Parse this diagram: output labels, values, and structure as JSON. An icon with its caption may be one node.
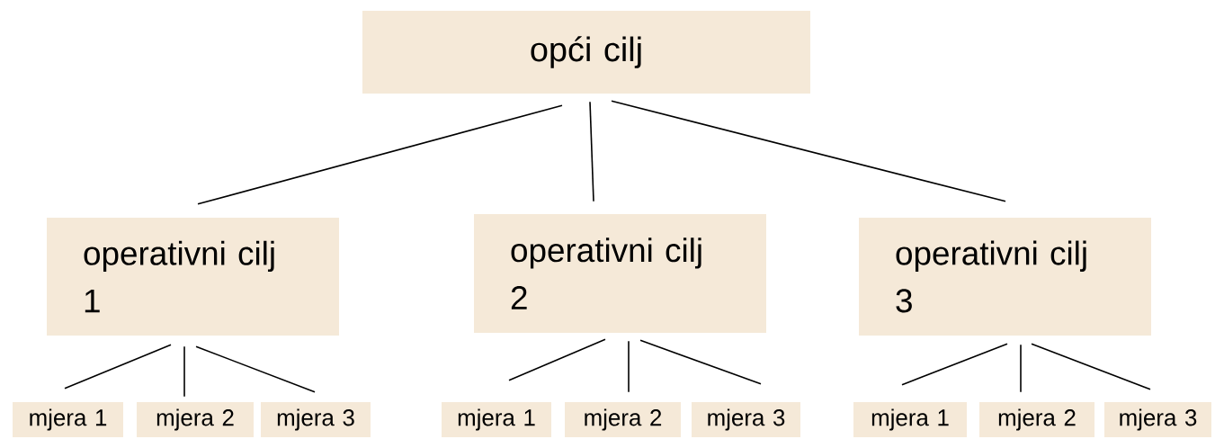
{
  "diagram": {
    "nodes": [
      {
        "text": [
          "opći cilj"
        ]
      },
      {
        "text": [
          "operativni cilj 1"
        ]
      },
      {
        "text": [
          "operativni cilj 2"
        ]
      },
      {
        "text": [
          "operativni cilj 3"
        ]
      },
      {
        "text": [
          "mjera 1"
        ]
      },
      {
        "text": [
          "mjera 2"
        ]
      },
      {
        "text": [
          "mjera 3"
        ]
      },
      {
        "text": [
          "mjera 1"
        ]
      },
      {
        "text": [
          "mjera 2"
        ]
      },
      {
        "text": [
          "mjera 3"
        ]
      },
      {
        "text": [
          "mjera 1"
        ]
      },
      {
        "text": [
          "mjera 2"
        ]
      },
      {
        "text": [
          "mjera 3"
        ]
      }
    ],
    "edges": [
      {
        "from": 0,
        "to": 1,
        "arrow": "none"
      },
      {
        "from": 0,
        "to": 2,
        "arrow": "none"
      },
      {
        "from": 0,
        "to": 3,
        "arrow": "none"
      },
      {
        "from": 1,
        "to": 4,
        "arrow": "none"
      },
      {
        "from": 1,
        "to": 5,
        "arrow": "none"
      },
      {
        "from": 1,
        "to": 6,
        "arrow": "none"
      },
      {
        "from": 2,
        "to": 7,
        "arrow": "none"
      },
      {
        "from": 2,
        "to": 8,
        "arrow": "none"
      },
      {
        "from": 2,
        "to": 9,
        "arrow": "none"
      },
      {
        "from": 3,
        "to": 10,
        "arrow": "none"
      },
      {
        "from": 3,
        "to": 11,
        "arrow": "none"
      },
      {
        "from": 3,
        "to": 12,
        "arrow": "none"
      }
    ]
  }
}
